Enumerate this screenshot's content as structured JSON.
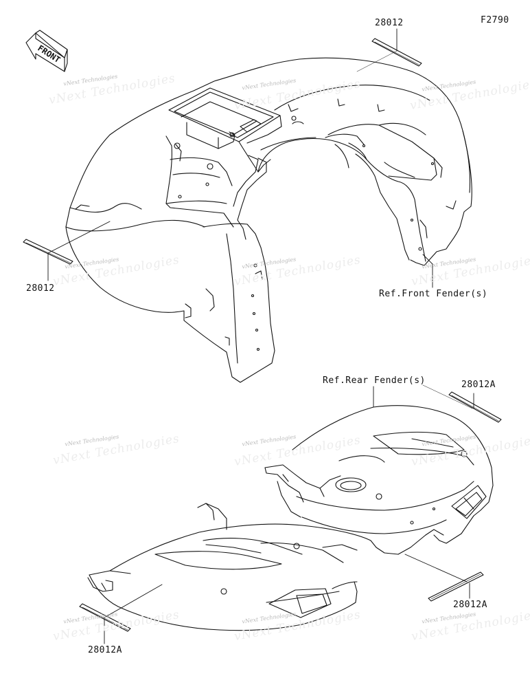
{
  "diagram": {
    "code": "F2790",
    "front_label": "FRONT",
    "labels": {
      "decal_top": "28012",
      "decal_left": "28012",
      "front_fender_ref": "Ref.Front Fender(s)",
      "rear_fender_ref": "Ref.Rear Fender(s)",
      "decal_rear_top_right": "28012A",
      "decal_rear_bottom_right": "28012A",
      "decal_rear_bottom_left": "28012A"
    },
    "watermark": {
      "text": "vNext Technologies",
      "color": "#b9b9b9"
    }
  }
}
